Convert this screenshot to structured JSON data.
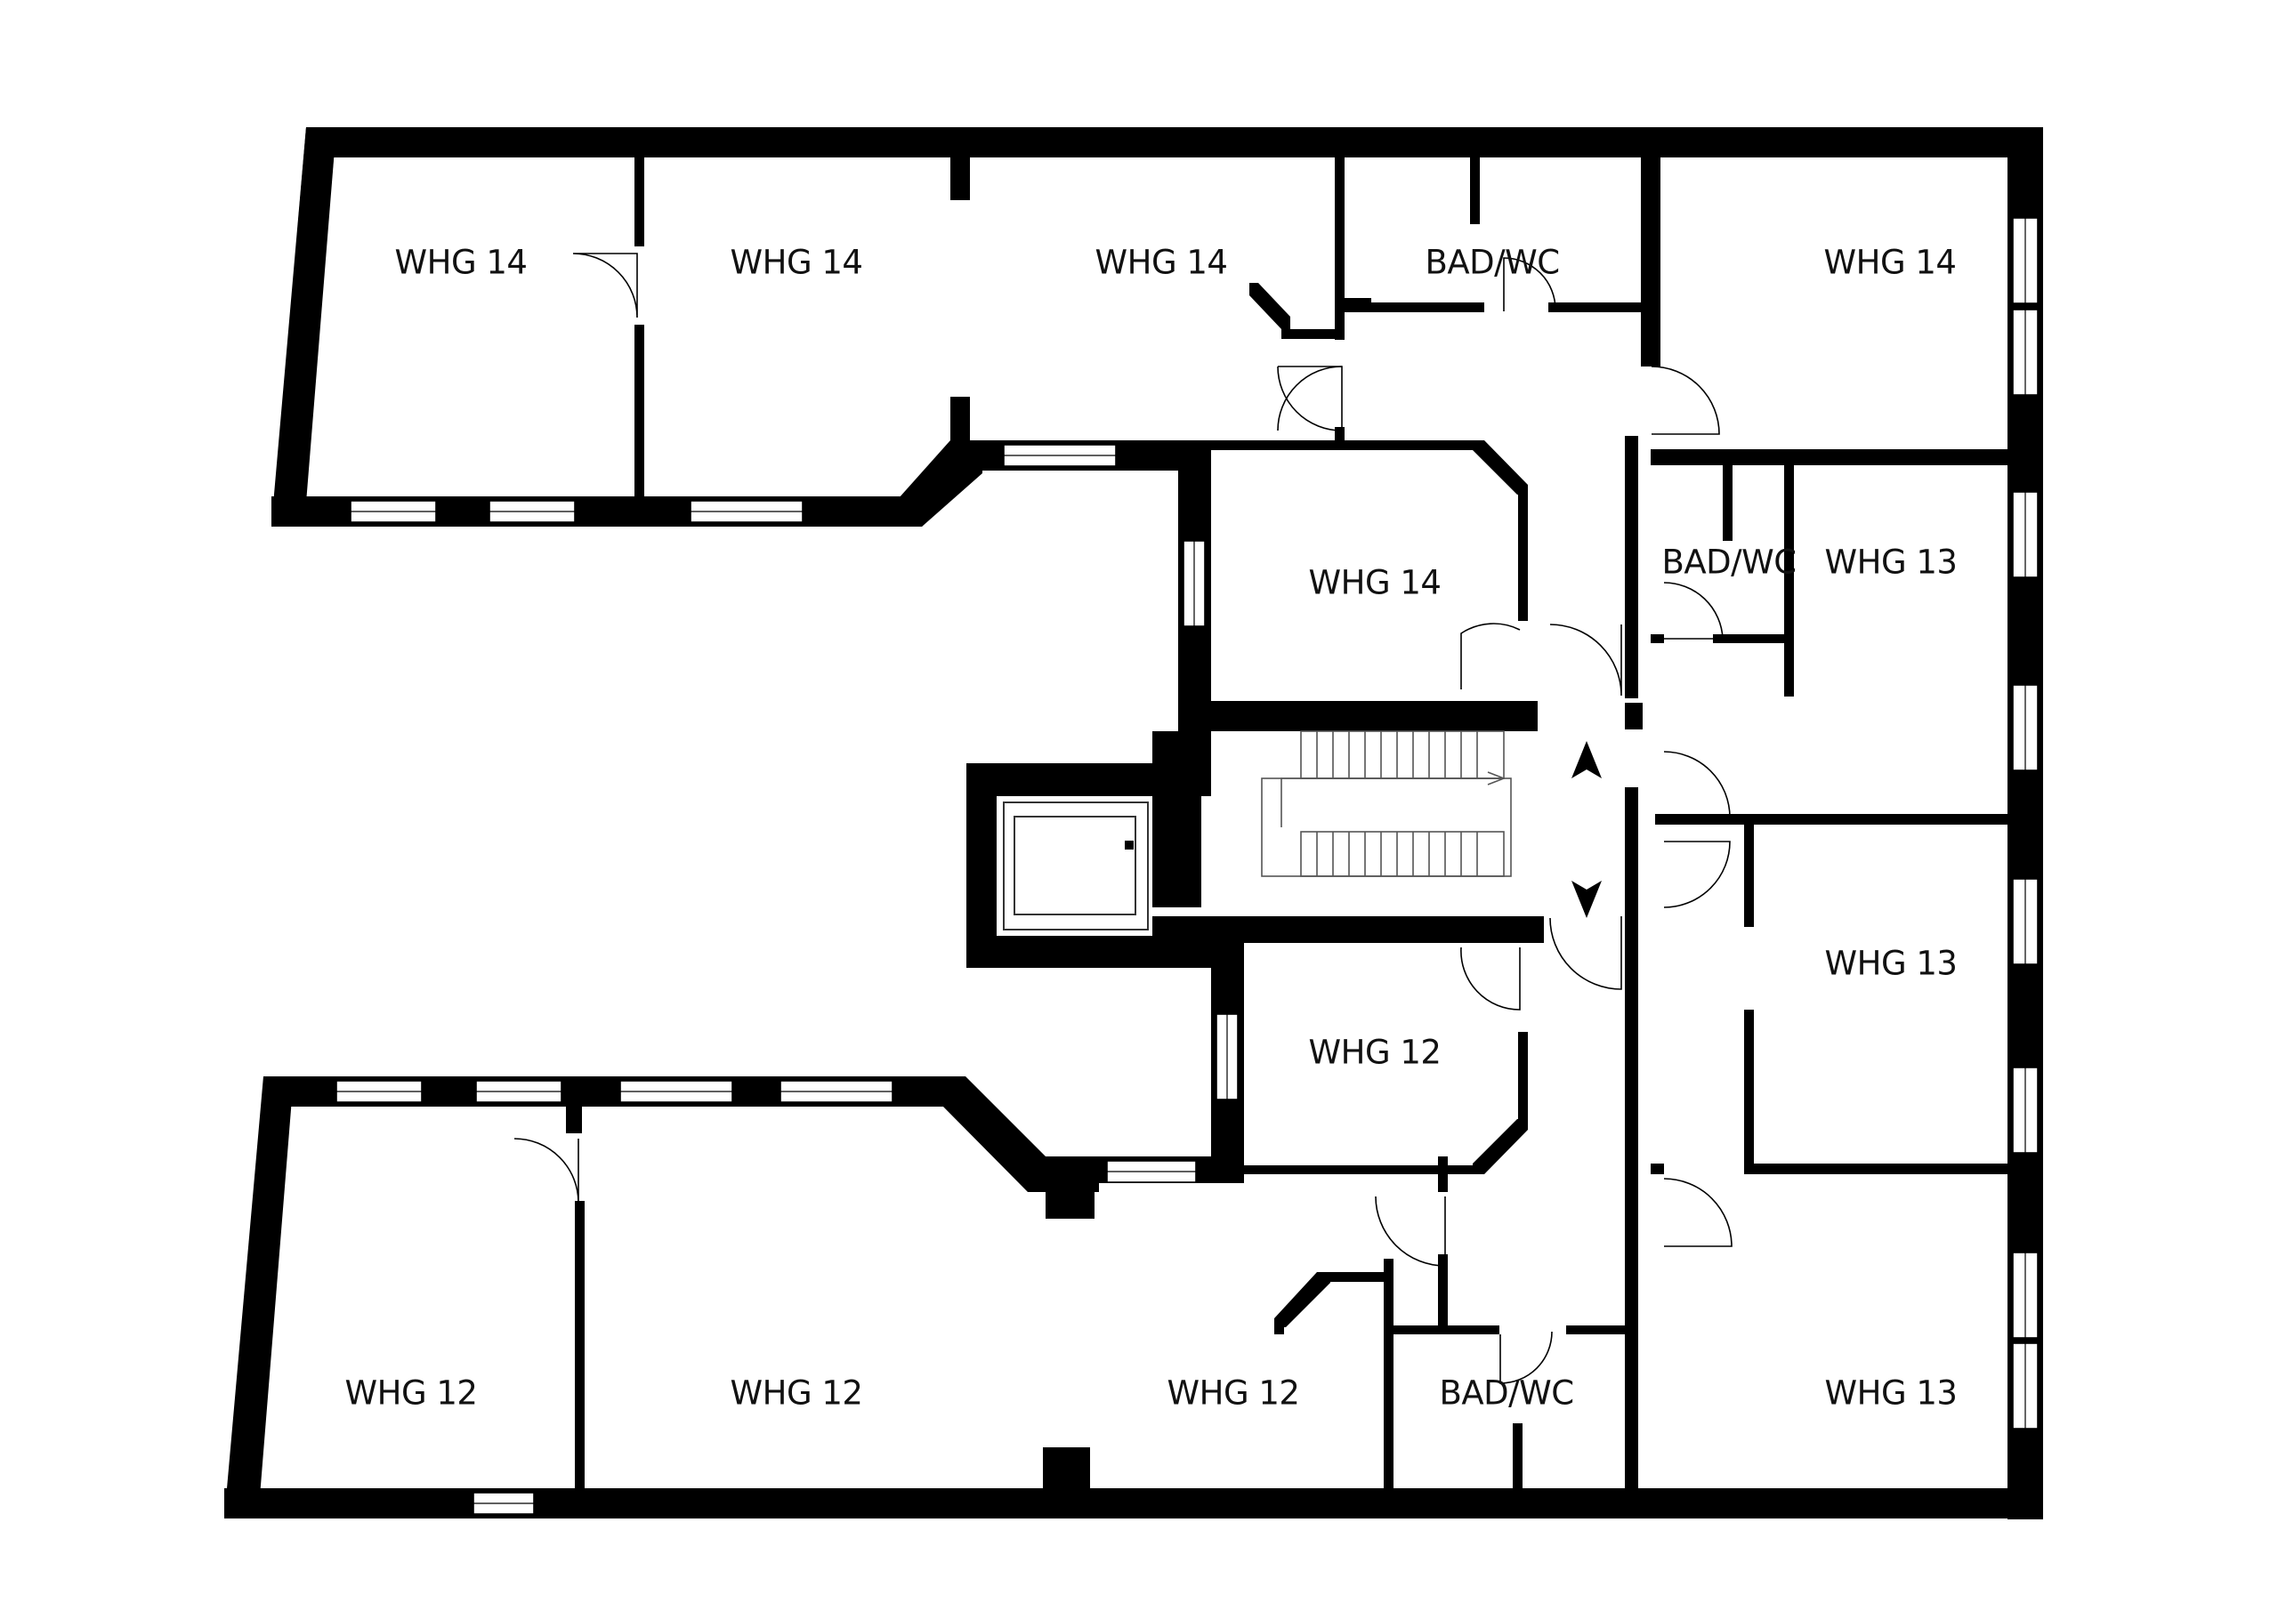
{
  "colors": {
    "wall": "#000000",
    "background": "#ffffff",
    "label": "#111111"
  },
  "rooms": [
    {
      "id": "whg14-a",
      "label": "WHG 14"
    },
    {
      "id": "whg14-b",
      "label": "WHG 14"
    },
    {
      "id": "whg14-c",
      "label": "WHG 14"
    },
    {
      "id": "bad-top",
      "label": "BAD/WC"
    },
    {
      "id": "whg14-right",
      "label": "WHG 14"
    },
    {
      "id": "whg14-center",
      "label": "WHG 14"
    },
    {
      "id": "bad-right",
      "label": "BAD/WC"
    },
    {
      "id": "whg13-top",
      "label": "WHG 13"
    },
    {
      "id": "whg13-mid",
      "label": "WHG 13"
    },
    {
      "id": "whg12-center",
      "label": "WHG 12"
    },
    {
      "id": "whg12-a",
      "label": "WHG 12"
    },
    {
      "id": "whg12-b",
      "label": "WHG 12"
    },
    {
      "id": "whg12-c",
      "label": "WHG 12"
    },
    {
      "id": "bad-bottom",
      "label": "BAD/WC"
    },
    {
      "id": "whg13-bottom",
      "label": "WHG 13"
    }
  ],
  "icons": {
    "stair_arrow": "stair-direction-arrow-icon",
    "arrow_up": "north-arrow-up-icon",
    "arrow_down": "north-arrow-down-icon",
    "elevator": "elevator-icon"
  }
}
